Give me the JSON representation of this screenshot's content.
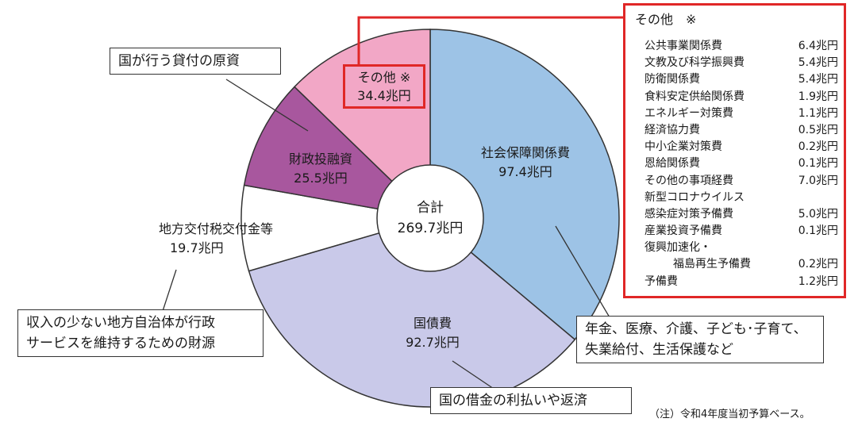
{
  "chart_data": {
    "type": "pie",
    "style": "donut",
    "total": {
      "label": "合計",
      "value_label": "269.7兆円",
      "value": 269.7
    },
    "unit": "兆円",
    "slices": [
      {
        "name": "社会保障関係費",
        "value": 97.4,
        "value_label": "97.4兆円",
        "color": "#9dc3e6"
      },
      {
        "name": "国債費",
        "value": 92.7,
        "value_label": "92.7兆円",
        "color": "#c9c9e9"
      },
      {
        "name": "地方交付税交付金等",
        "value": 19.7,
        "value_label": "19.7兆円",
        "color": "#ffffff"
      },
      {
        "name": "財政投融資",
        "value": 25.5,
        "value_label": "25.5兆円",
        "color": "#a8579e"
      },
      {
        "name": "その他 ※",
        "value": 34.4,
        "value_label": "34.4兆円",
        "color": "#f2a7c6"
      }
    ],
    "callouts": [
      {
        "target": "社会保障関係費",
        "text_lines": [
          "年金、医療、介護、子ども･子育て、",
          "失業給付、生活保護など"
        ]
      },
      {
        "target": "国債費",
        "text_lines": [
          "国の借金の利払いや返済"
        ]
      },
      {
        "target": "地方交付税交付金等",
        "text_lines": [
          "収入の少ない地方自治体が行政",
          "サービスを維持するための財源"
        ]
      },
      {
        "target": "財政投融資",
        "text_lines": [
          "国が行う貸付の原資"
        ]
      }
    ],
    "other_breakdown": {
      "title": "その他　※",
      "items": [
        {
          "name": "公共事業関係費",
          "value_label": "6.4兆円"
        },
        {
          "name": "文教及び科学振興費",
          "value_label": "5.4兆円"
        },
        {
          "name": "防衛関係費",
          "value_label": "5.4兆円"
        },
        {
          "name": "食料安定供給関係費",
          "value_label": "1.9兆円"
        },
        {
          "name": "エネルギー対策費",
          "value_label": "1.1兆円"
        },
        {
          "name": "経済協力費",
          "value_label": "0.5兆円"
        },
        {
          "name": "中小企業対策費",
          "value_label": "0.2兆円"
        },
        {
          "name": "恩給関係費",
          "value_label": "0.1兆円"
        },
        {
          "name": "その他の事項経費",
          "value_label": "7.0兆円"
        },
        {
          "name": "新型コロナウイルス",
          "value_label": ""
        },
        {
          "name": "感染症対策予備費",
          "value_label": "5.0兆円"
        },
        {
          "name": "産業投資予備費",
          "value_label": "0.1兆円"
        },
        {
          "name": "復興加速化・",
          "value_label": ""
        },
        {
          "name": "福島再生予備費",
          "value_label": "0.2兆円",
          "indent": true
        },
        {
          "name": "予備費",
          "value_label": "1.2兆円"
        }
      ]
    },
    "note": "（注）令和4年度当初予算ベース。"
  }
}
